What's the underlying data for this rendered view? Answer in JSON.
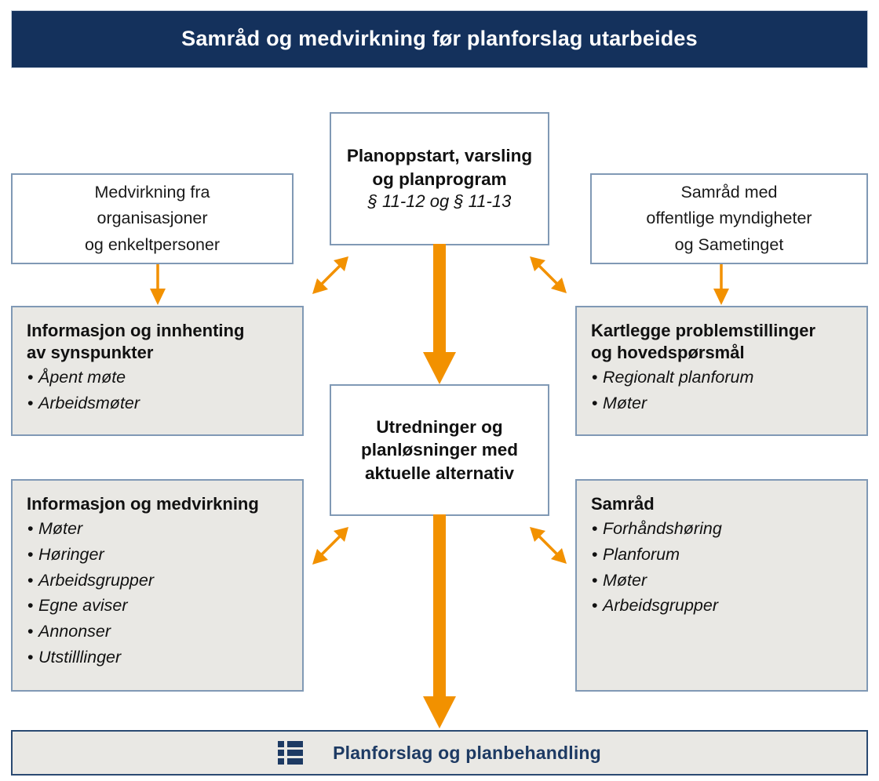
{
  "header": {
    "title": "Samråd og medvirkning før planforslag utarbeides",
    "background_color": "#14315c",
    "text_color": "#ffffff"
  },
  "colors": {
    "navy": "#14315c",
    "box_border": "#8099b5",
    "gray_fill": "#e9e8e4",
    "arrow_orange": "#f29100",
    "footer_border": "#2a4a72",
    "footer_text": "#1d3a63"
  },
  "center_column": {
    "top_box": {
      "line1": "Planoppstart, varsling",
      "line2": "og planprogram",
      "law": "§ 11-12 og § 11-13"
    },
    "middle_box": {
      "line1": "Utredninger og",
      "line2": "planløsninger med",
      "line3": "aktuelle alternativ"
    }
  },
  "left_column": {
    "intro_box": {
      "line1": "Medvirkning fra",
      "line2": "organisasjoner",
      "line3": "og enkeltpersoner"
    },
    "panel_top": {
      "title_line1": "Informasjon og innhenting",
      "title_line2": "av synspunkter",
      "bullets": [
        "Åpent møte",
        "Arbeidsmøter"
      ]
    },
    "panel_bottom": {
      "title_line1": "Informasjon og medvirkning",
      "bullets": [
        "Møter",
        "Høringer",
        "Arbeidsgrupper",
        "Egne aviser",
        "Annonser",
        "Utstilllinger"
      ]
    }
  },
  "right_column": {
    "intro_box": {
      "line1": "Samråd med",
      "line2": "offentlige myndigheter",
      "line3": "og Sametinget"
    },
    "panel_top": {
      "title_line1": "Kartlegge problemstillinger",
      "title_line2": "og hovedspørsmål",
      "bullets": [
        "Regionalt planforum",
        "Møter"
      ]
    },
    "panel_bottom": {
      "title_line1": "Samråd",
      "bullets": [
        "Forhåndshøring",
        "Planforum",
        "Møter",
        "Arbeidsgrupper"
      ]
    }
  },
  "footer": {
    "icon": "list-icon",
    "label": "Planforslag og planbehandling"
  },
  "arrows": {
    "left_down_top": "arrow-down-icon",
    "right_down_top": "arrow-down-icon",
    "center_down_upper": "thick-arrow-down-icon",
    "center_down_lower": "thick-arrow-down-icon",
    "diag_upper_left": "double-arrow-diagonal-icon",
    "diag_upper_right": "double-arrow-diagonal-icon",
    "diag_lower_left": "double-arrow-diagonal-icon",
    "diag_lower_right": "double-arrow-diagonal-icon"
  }
}
